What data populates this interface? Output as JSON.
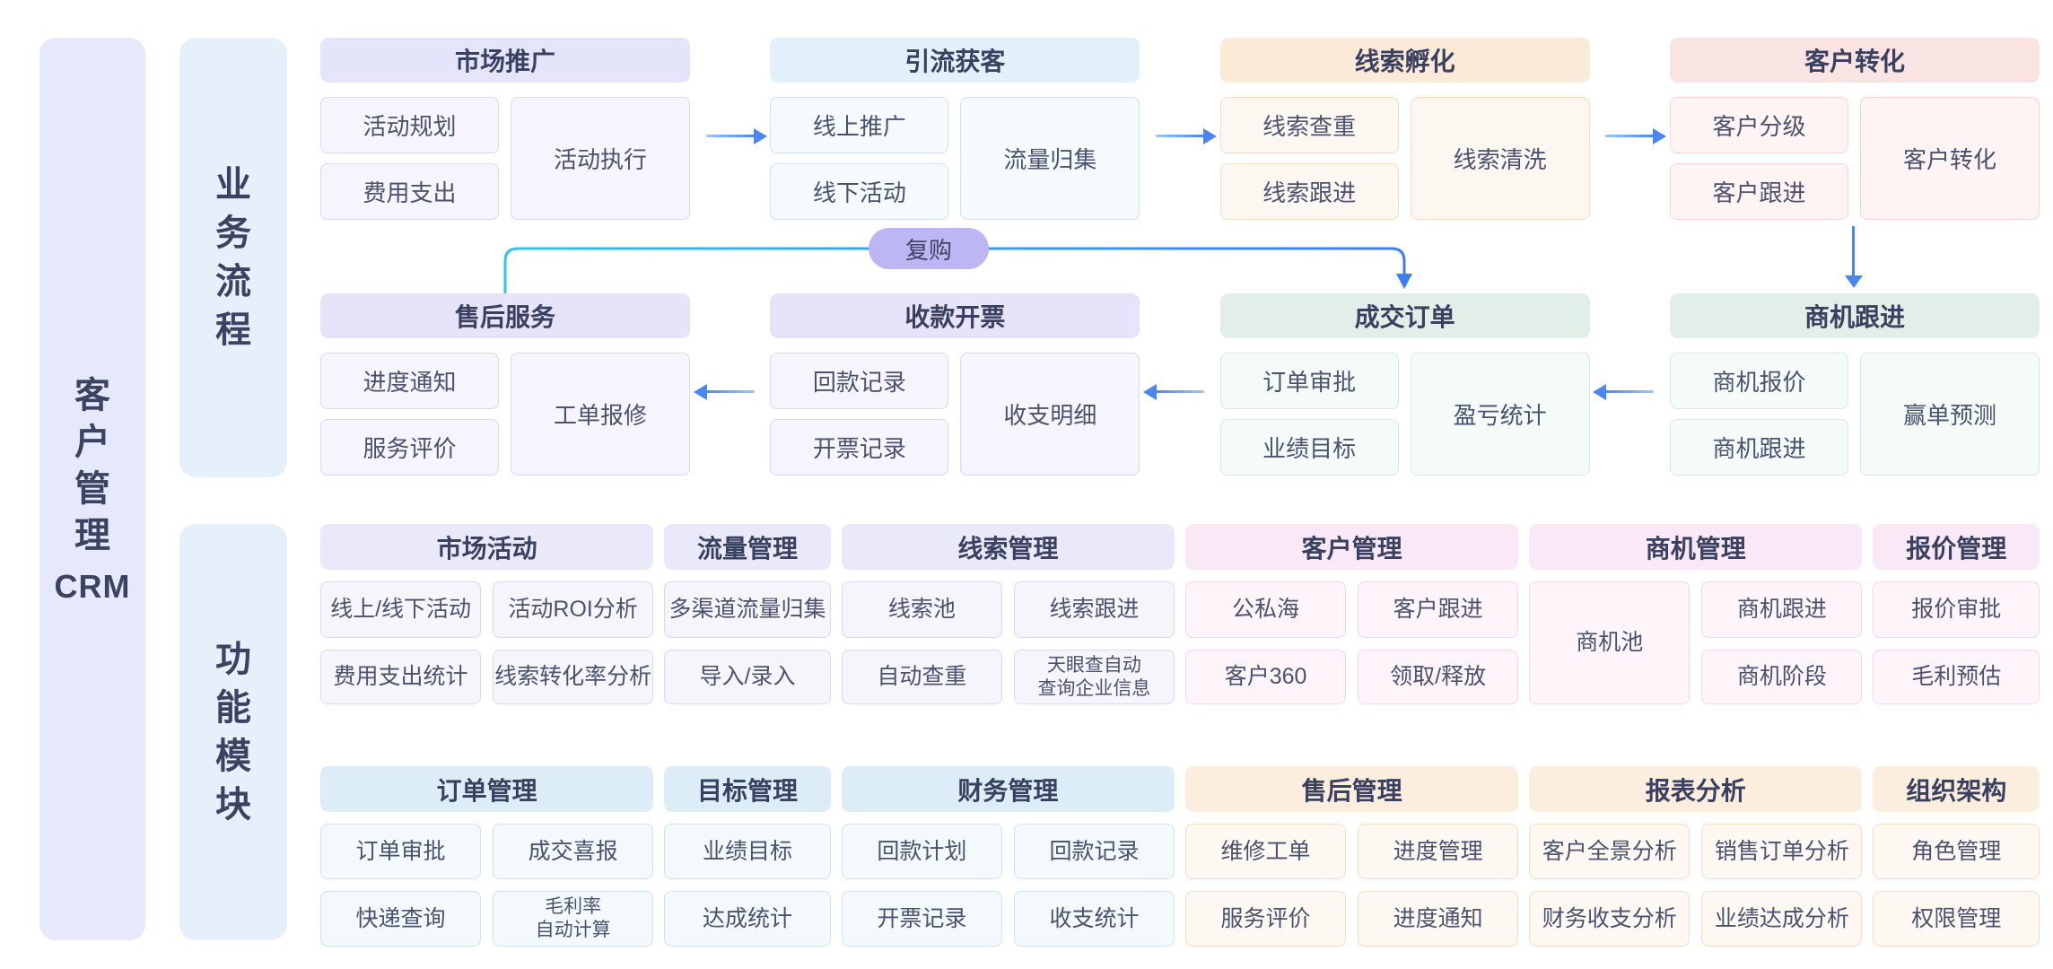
{
  "sidebar": {
    "title": "客户管理",
    "subtitle": "CRM",
    "bg": "#e6e8fb",
    "text_color": "#3c4362"
  },
  "section_labels": {
    "flow": "业务流程",
    "modules": "功能模块",
    "bg": "#e6f0fb",
    "text_color": "#3c4362"
  },
  "text_colors": {
    "header": "#3a4160",
    "item": "#4a5270"
  },
  "arrows": {
    "color": "#4b86f0",
    "light": "#9cc7f9"
  },
  "connector": {
    "label": "复购",
    "pill_bg": "#bcb6f4",
    "from_color": "#2ec6e9",
    "to_color": "#3c7df0"
  },
  "themes": {
    "lavender": {
      "header": "#e4e5fa",
      "item_bg": "#f6f5fd",
      "item_border": "#d9d7f2"
    },
    "lavender2": {
      "header": "#e7e3f8",
      "item_bg": "#f6f4fc",
      "item_border": "#dcd6f0"
    },
    "blue": {
      "header": "#e1f0fa",
      "item_bg": "#f4fafd",
      "item_border": "#d0e2ef"
    },
    "orange": {
      "header": "#fcead9",
      "item_bg": "#fdf7f1",
      "item_border": "#f5dcc6"
    },
    "red": {
      "header": "#fae4e3",
      "item_bg": "#fdf4f3",
      "item_border": "#f6d7d5"
    },
    "green": {
      "header": "#e2efe8",
      "item_bg": "#f5fbf8",
      "item_border": "#d9e9e0"
    },
    "mlav": {
      "header": "#eae9fa",
      "item_bg": "#f6f5fc",
      "item_border": "#dad8f0"
    },
    "mpink": {
      "header": "#f9e8f5",
      "item_bg": "#fdf5fa",
      "item_border": "#f1d7ea"
    },
    "mblue": {
      "header": "#dcedf8",
      "item_bg": "#f3f9fc",
      "item_border": "#cfe2ef"
    },
    "morange": {
      "header": "#fceede",
      "item_bg": "#fdf8f2",
      "item_border": "#f5ddc8"
    }
  },
  "flow": {
    "rows": [
      {
        "direction": "right",
        "groups": [
          {
            "title": "市场推广",
            "theme": "lavender",
            "small": [
              "活动规划",
              "费用支出"
            ],
            "big": "活动执行"
          },
          {
            "title": "引流获客",
            "theme": "blue",
            "small": [
              "线上推广",
              "线下活动"
            ],
            "big": "流量归集"
          },
          {
            "title": "线索孵化",
            "theme": "orange",
            "small": [
              "线索查重",
              "线索跟进"
            ],
            "big": "线索清洗"
          },
          {
            "title": "客户转化",
            "theme": "red",
            "small": [
              "客户分级",
              "客户跟进"
            ],
            "big": "客户转化"
          }
        ]
      },
      {
        "direction": "left",
        "groups": [
          {
            "title": "售后服务",
            "theme": "lavender2",
            "small": [
              "进度通知",
              "服务评价"
            ],
            "big": "工单报修"
          },
          {
            "title": "收款开票",
            "theme": "lavender2",
            "small": [
              "回款记录",
              "开票记录"
            ],
            "big": "收支明细"
          },
          {
            "title": "成交订单",
            "theme": "green",
            "small": [
              "订单审批",
              "业绩目标"
            ],
            "big": "盈亏统计"
          },
          {
            "title": "商机跟进",
            "theme": "green",
            "small": [
              "商机报价",
              "商机跟进"
            ],
            "big": "赢单预测"
          }
        ]
      }
    ]
  },
  "modules": {
    "rows": [
      {
        "groups": [
          {
            "title": "市场活动",
            "theme": "mlav",
            "columns": [
              [
                "线上/线下活动",
                "费用支出统计"
              ],
              [
                "活动ROI分析",
                "线索转化率分析"
              ]
            ]
          },
          {
            "title": "流量管理",
            "theme": "mlav",
            "columns": [
              [
                "多渠道流量归集",
                "导入/录入"
              ]
            ]
          },
          {
            "title": "线索管理",
            "theme": "mlav",
            "columns": [
              [
                "线索池",
                "自动查重"
              ],
              [
                "线索跟进",
                "天眼查自动\n查询企业信息"
              ]
            ]
          },
          {
            "title": "客户管理",
            "theme": "mpink",
            "columns": [
              [
                "公私海",
                "客户360"
              ],
              [
                "客户跟进",
                "领取/释放"
              ]
            ]
          },
          {
            "title": "商机管理",
            "theme": "mpink",
            "tall_first_column": true,
            "columns": [
              [
                "商机池"
              ],
              [
                "商机跟进",
                "商机阶段"
              ]
            ]
          },
          {
            "title": "报价管理",
            "theme": "mpink",
            "columns": [
              [
                "报价审批",
                "毛利预估"
              ]
            ]
          }
        ]
      },
      {
        "groups": [
          {
            "title": "订单管理",
            "theme": "mblue",
            "columns": [
              [
                "订单审批",
                "快递查询"
              ],
              [
                "成交喜报",
                "毛利率\n自动计算"
              ]
            ]
          },
          {
            "title": "目标管理",
            "theme": "mblue",
            "columns": [
              [
                "业绩目标",
                "达成统计"
              ]
            ]
          },
          {
            "title": "财务管理",
            "theme": "mblue",
            "columns": [
              [
                "回款计划",
                "开票记录"
              ],
              [
                "回款记录",
                "收支统计"
              ]
            ]
          },
          {
            "title": "售后管理",
            "theme": "morange",
            "columns": [
              [
                "维修工单",
                "服务评价"
              ],
              [
                "进度管理",
                "进度通知"
              ]
            ]
          },
          {
            "title": "报表分析",
            "theme": "morange",
            "columns": [
              [
                "客户全景分析",
                "财务收支分析"
              ],
              [
                "销售订单分析",
                "业绩达成分析"
              ]
            ]
          },
          {
            "title": "组织架构",
            "theme": "morange",
            "columns": [
              [
                "角色管理",
                "权限管理"
              ]
            ]
          }
        ]
      }
    ]
  }
}
